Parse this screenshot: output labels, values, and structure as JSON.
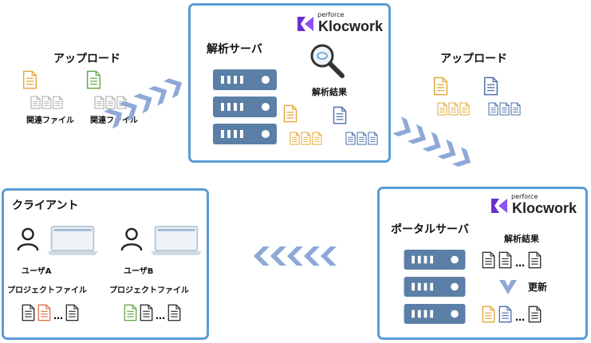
{
  "analysis_server": {
    "title": "解析サーバ",
    "results_label": "解析結果",
    "brand": {
      "sub": "perforce",
      "name": "Klocwork"
    }
  },
  "upload_left": {
    "title": "アップロード",
    "related_file_1": "関連ファイル",
    "related_file_2": "関連ファイル"
  },
  "upload_right": {
    "title": "アップロード"
  },
  "client": {
    "title": "クライアント",
    "user_a": "ユーザA",
    "user_b": "ユーザB",
    "project_file_a": "プロジェクトファイル",
    "project_file_b": "プロジェクトファイル"
  },
  "portal_server": {
    "title": "ポータルサーバ",
    "results_label": "解析結果",
    "update_label": "更新",
    "brand": {
      "sub": "perforce",
      "name": "Klocwork"
    }
  },
  "colors": {
    "box_border": "#5b9bd5",
    "server": "#5b7fa6",
    "arrow": "#8fa8d8",
    "doc_orange": "#e2a83a",
    "doc_blue": "#4a6fa8",
    "doc_green": "#6aa84f",
    "doc_red": "#d9764a",
    "doc_gray": "#999999",
    "doc_black": "#333333",
    "brand_purple": "#6b2fd0"
  },
  "icons": [
    "document-icon",
    "server-icon",
    "user-icon",
    "laptop-icon",
    "magnifier-icon",
    "chevron-arrow-icon",
    "klocwork-logo-icon"
  ]
}
